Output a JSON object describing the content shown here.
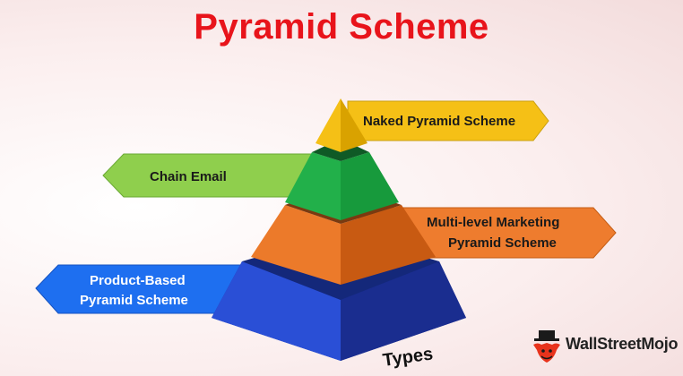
{
  "title": "Pyramid Scheme",
  "base_label": "Types",
  "types": {
    "naked": "Naked Pyramid Scheme",
    "chain": "Chain Email",
    "mlm": [
      "Multi-level Marketing",
      "Pyramid Scheme"
    ],
    "product": [
      "Product-Based",
      "Pyramid Scheme"
    ]
  },
  "brand": "WallStreetMojo",
  "colors": {
    "title": "#e8141b",
    "tier_top": "#f2b705",
    "tier_second": "#22b04a",
    "tier_third": "#e8731f",
    "tier_base": "#1f3fb0",
    "arrow_naked": "#f5c016",
    "arrow_chain": "#8fcf4d",
    "arrow_mlm": "#ee7c2e",
    "arrow_product": "#1e6ff0"
  },
  "icons": {
    "logo": "bull-mascot-icon"
  }
}
